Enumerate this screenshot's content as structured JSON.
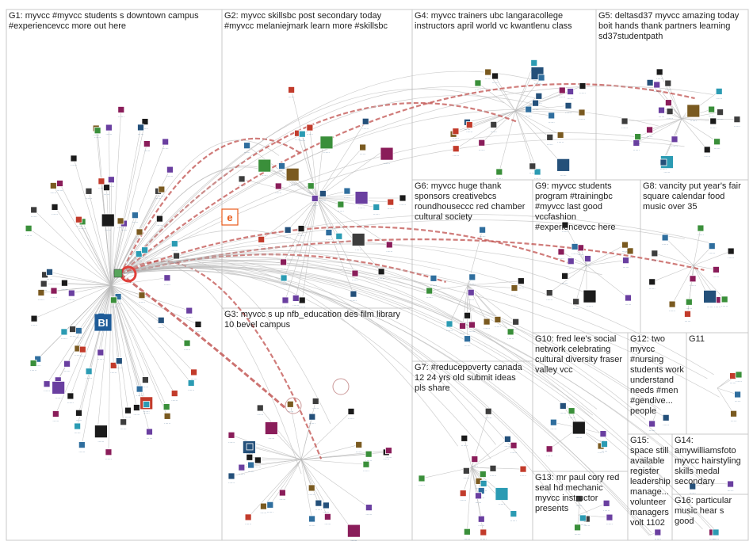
{
  "groups": [
    {
      "id": "G1",
      "label": "G1: myvcc #myvcc students s downtown campus\n#experiencevcc more out here"
    },
    {
      "id": "G2",
      "label": "G2: myvcc skillsbc post secondary today\n#myvcc melaniejmark learn more #skillsbc"
    },
    {
      "id": "G3",
      "label": "G3: myvcc s up nfb_education des film library\n10 bevel campus"
    },
    {
      "id": "G4",
      "label": "G4: myvcc trainers ubc langaracollege\ninstructors april world vc kwantlenu class"
    },
    {
      "id": "G5",
      "label": "G5: deltasd37 myvcc amazing today\nboit hands thank partners learning\nsd37studentpath"
    },
    {
      "id": "G6",
      "label": "G6: myvcc huge thank\nsponsors creativebcs\nroundhouseccc red chamber\ncultural society"
    },
    {
      "id": "G7",
      "label": "G7: #reducepoverty canada\n12 24 yrs old submit ideas\npls share"
    },
    {
      "id": "G8",
      "label": "G8: vancity put year's fair\nsquare calendar food\nmusic over 35"
    },
    {
      "id": "G9",
      "label": "G9: myvcc students\nprogram #trainingbc\n#myvcc last good\nvccfashion\n#experiencevcc here"
    },
    {
      "id": "G10",
      "label": "G10: fred lee's social\nnetwork celebrating\ncultural diversity fraser\nvalley vcc"
    },
    {
      "id": "G11",
      "label": "G11"
    },
    {
      "id": "G12",
      "label": "G12: two\nmyvcc\n#nursing\nstudents work\nunderstand\nneeds #men\n#gendive...\npeople"
    },
    {
      "id": "G13",
      "label": "G13: mr paul cory red\nseal hd mechanic\nmyvcc instructor\npresents"
    },
    {
      "id": "G14",
      "label": "G14:\namywilliamsfoto\nmyvcc hairstyling\nskills medal\nsecondary"
    },
    {
      "id": "G15",
      "label": "G15:\nspace still\navailable\nregister\nleadership\nmanage...\nvolunteer\nmanagers\nvolt 1102"
    },
    {
      "id": "G16",
      "label": "G16: particular\nmusic hear s\ngood"
    }
  ],
  "colors": {
    "edge": "#b9b9b9",
    "edge_strong": "#c0504d",
    "node_text": "#1f4e79",
    "box_border": "#c8c8c8",
    "hub": "#e0403a"
  },
  "node_label": "······",
  "hub_icons": [
    {
      "name": "bi-logo-icon",
      "text": "BI",
      "color": "#1f5c99"
    },
    {
      "name": "e-logo-icon",
      "text": "e",
      "color": "#e85a1a"
    }
  ]
}
